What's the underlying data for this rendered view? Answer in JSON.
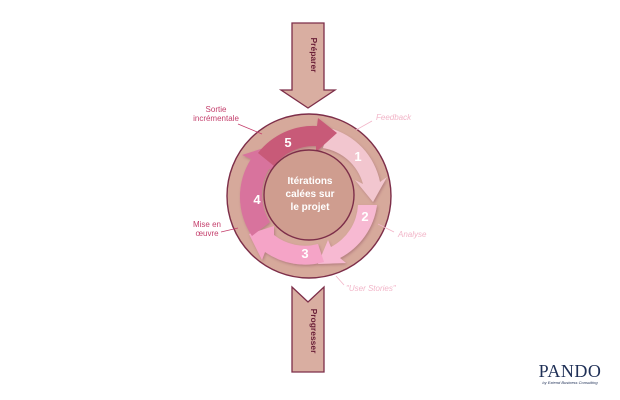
{
  "arrows": {
    "top": "Préparer",
    "bottom": "Progresser"
  },
  "center": {
    "line1": "Itérations",
    "line2": "calées sur",
    "line3": "le projet"
  },
  "steps": [
    "1",
    "2",
    "3",
    "4",
    "5"
  ],
  "labels": {
    "sortie_line1": "Sortie",
    "sortie_line2": "incrémentale",
    "feedback": "Feedback",
    "analyse": "Analyse",
    "user_stories": "\"User Stories\"",
    "mise_line1": "Mise en",
    "mise_line2": "œuvre"
  },
  "logo": {
    "brand": "PANDO",
    "tagline": "by Extend Business Consulting"
  },
  "colors": {
    "arrow_fill": "#d9aea1",
    "arrow_stroke": "#7d2e49",
    "ring": "#d6a99b",
    "center": "#cf9d8f",
    "seg1": "#f2c6cf",
    "seg2": "#f7b9d2",
    "seg3": "#f5a4c7",
    "seg4": "#d8739d",
    "seg5": "#c85a78"
  }
}
